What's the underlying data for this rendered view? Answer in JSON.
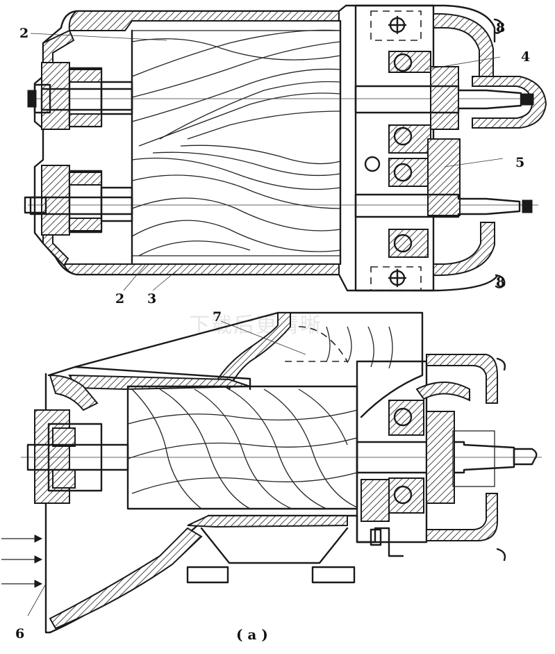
{
  "figure": {
    "callouts": {
      "l1": "2",
      "l2": "2",
      "l3": "3",
      "l4": "4",
      "l5": "5",
      "l6": "6",
      "l7": "7",
      "l8a": "8",
      "l8b": "8"
    },
    "caption": "( a )",
    "watermark": "下载后更清晰"
  }
}
